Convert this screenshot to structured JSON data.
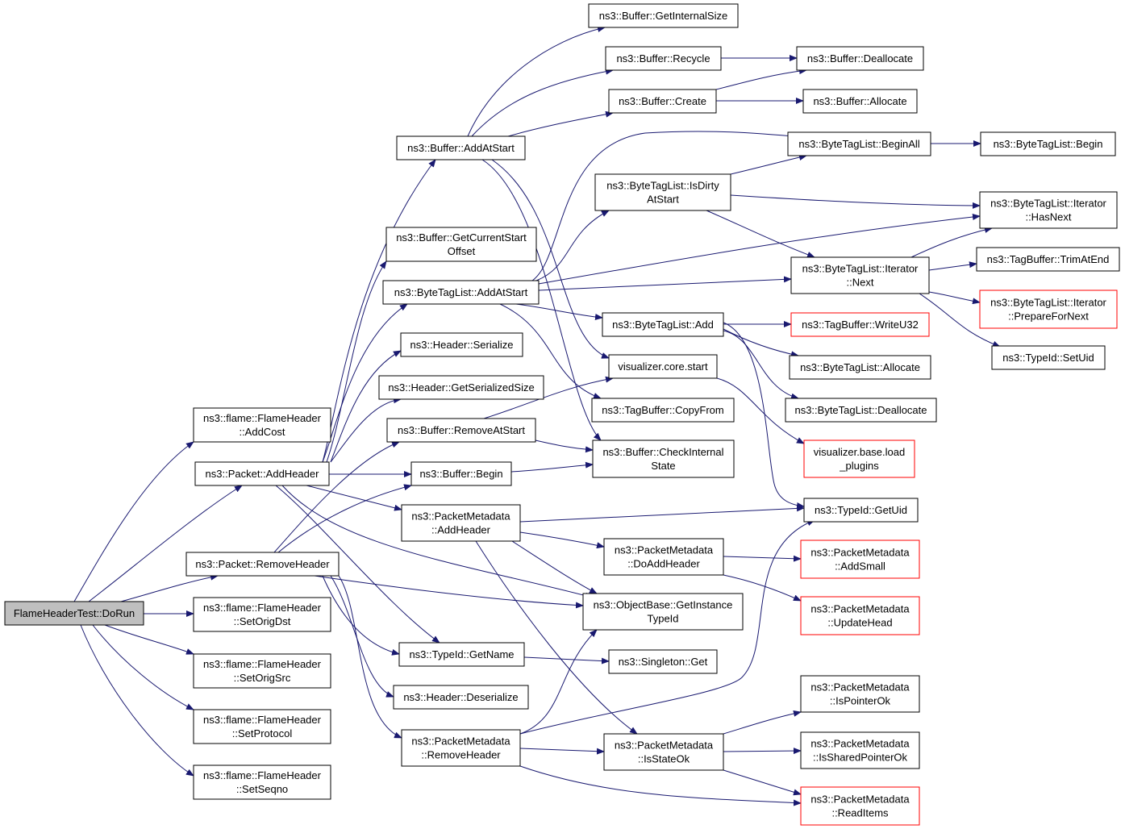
{
  "graph": {
    "colors": {
      "edge": "#191970",
      "node_border": "#000000",
      "missing_border": "#ff0000",
      "root_fill": "#bfbfbf",
      "node_fill": "#ffffff"
    },
    "nodes": [
      {
        "id": "root",
        "lines": [
          "FlameHeaderTest::DoRun"
        ],
        "root": true
      },
      {
        "id": "addcost",
        "lines": [
          "ns3::flame::FlameHeader",
          "::AddCost"
        ]
      },
      {
        "id": "addheader",
        "lines": [
          "ns3::Packet::AddHeader"
        ]
      },
      {
        "id": "removeheader",
        "lines": [
          "ns3::Packet::RemoveHeader"
        ]
      },
      {
        "id": "setorigdst",
        "lines": [
          "ns3::flame::FlameHeader",
          "::SetOrigDst"
        ]
      },
      {
        "id": "setorigsrc",
        "lines": [
          "ns3::flame::FlameHeader",
          "::SetOrigSrc"
        ]
      },
      {
        "id": "setprotocol",
        "lines": [
          "ns3::flame::FlameHeader",
          "::SetProtocol"
        ]
      },
      {
        "id": "setseqno",
        "lines": [
          "ns3::flame::FlameHeader",
          "::SetSeqno"
        ]
      },
      {
        "id": "buf_addatstart",
        "lines": [
          "ns3::Buffer::AddAtStart"
        ]
      },
      {
        "id": "buf_getcurrentstart",
        "lines": [
          "ns3::Buffer::GetCurrentStart",
          "Offset"
        ]
      },
      {
        "id": "btl_addatstart",
        "lines": [
          "ns3::ByteTagList::AddAtStart"
        ]
      },
      {
        "id": "hdr_serialize",
        "lines": [
          "ns3::Header::Serialize"
        ]
      },
      {
        "id": "hdr_getsersize",
        "lines": [
          "ns3::Header::GetSerializedSize"
        ]
      },
      {
        "id": "buf_removeatstart",
        "lines": [
          "ns3::Buffer::RemoveAtStart"
        ]
      },
      {
        "id": "buf_begin",
        "lines": [
          "ns3::Buffer::Begin"
        ]
      },
      {
        "id": "pm_addheader",
        "lines": [
          "ns3::PacketMetadata",
          "::AddHeader"
        ]
      },
      {
        "id": "typeid_getname",
        "lines": [
          "ns3::TypeId::GetName"
        ]
      },
      {
        "id": "hdr_deserialize",
        "lines": [
          "ns3::Header::Deserialize"
        ]
      },
      {
        "id": "pm_removeheader",
        "lines": [
          "ns3::PacketMetadata",
          "::RemoveHeader"
        ]
      },
      {
        "id": "buf_getinternalsize",
        "lines": [
          "ns3::Buffer::GetInternalSize"
        ]
      },
      {
        "id": "buf_recycle",
        "lines": [
          "ns3::Buffer::Recycle"
        ]
      },
      {
        "id": "buf_create",
        "lines": [
          "ns3::Buffer::Create"
        ]
      },
      {
        "id": "btl_isdirty",
        "lines": [
          "ns3::ByteTagList::IsDirty",
          "AtStart"
        ]
      },
      {
        "id": "btl_add",
        "lines": [
          "ns3::ByteTagList::Add"
        ]
      },
      {
        "id": "vis_start",
        "lines": [
          "visualizer.core.start"
        ]
      },
      {
        "id": "tagbuf_copyfrom",
        "lines": [
          "ns3::TagBuffer::CopyFrom"
        ]
      },
      {
        "id": "buf_checkinternal",
        "lines": [
          "ns3::Buffer::CheckInternal",
          "State"
        ]
      },
      {
        "id": "pm_doaddheader",
        "lines": [
          "ns3::PacketMetadata",
          "::DoAddHeader"
        ]
      },
      {
        "id": "ob_getinstancetypeid",
        "lines": [
          "ns3::ObjectBase::GetInstance",
          "TypeId"
        ]
      },
      {
        "id": "singleton_get",
        "lines": [
          "ns3::Singleton::Get"
        ]
      },
      {
        "id": "pm_isstateok",
        "lines": [
          "ns3::PacketMetadata",
          "::IsStateOk"
        ]
      },
      {
        "id": "buf_deallocate",
        "lines": [
          "ns3::Buffer::Deallocate"
        ]
      },
      {
        "id": "buf_allocate",
        "lines": [
          "ns3::Buffer::Allocate"
        ]
      },
      {
        "id": "btl_beginall",
        "lines": [
          "ns3::ByteTagList::BeginAll"
        ]
      },
      {
        "id": "btl_iter_next",
        "lines": [
          "ns3::ByteTagList::Iterator",
          "::Next"
        ]
      },
      {
        "id": "tagbuf_writeu32",
        "lines": [
          "ns3::TagBuffer::WriteU32"
        ],
        "missing": true
      },
      {
        "id": "btl_allocate",
        "lines": [
          "ns3::ByteTagList::Allocate"
        ]
      },
      {
        "id": "btl_deallocate",
        "lines": [
          "ns3::ByteTagList::Deallocate"
        ]
      },
      {
        "id": "vis_loadplugins",
        "lines": [
          "visualizer.base.load",
          "_plugins"
        ],
        "missing": true
      },
      {
        "id": "typeid_getuid",
        "lines": [
          "ns3::TypeId::GetUid"
        ]
      },
      {
        "id": "pm_addsmall",
        "lines": [
          "ns3::PacketMetadata",
          "::AddSmall"
        ],
        "missing": true
      },
      {
        "id": "pm_updatehead",
        "lines": [
          "ns3::PacketMetadata",
          "::UpdateHead"
        ],
        "missing": true
      },
      {
        "id": "pm_ispointerok",
        "lines": [
          "ns3::PacketMetadata",
          "::IsPointerOk"
        ]
      },
      {
        "id": "pm_issharedpointerok",
        "lines": [
          "ns3::PacketMetadata",
          "::IsSharedPointerOk"
        ]
      },
      {
        "id": "pm_readitems",
        "lines": [
          "ns3::PacketMetadata",
          "::ReadItems"
        ],
        "missing": true
      },
      {
        "id": "btl_begin",
        "lines": [
          "ns3::ByteTagList::Begin"
        ]
      },
      {
        "id": "btl_iter_hasnext",
        "lines": [
          "ns3::ByteTagList::Iterator",
          "::HasNext"
        ]
      },
      {
        "id": "tagbuf_trimatend",
        "lines": [
          "ns3::TagBuffer::TrimAtEnd"
        ]
      },
      {
        "id": "btl_iter_preparefornext",
        "lines": [
          "ns3::ByteTagList::Iterator",
          "::PrepareForNext"
        ],
        "missing": true
      },
      {
        "id": "typeid_setuid",
        "lines": [
          "ns3::TypeId::SetUid"
        ]
      }
    ]
  }
}
